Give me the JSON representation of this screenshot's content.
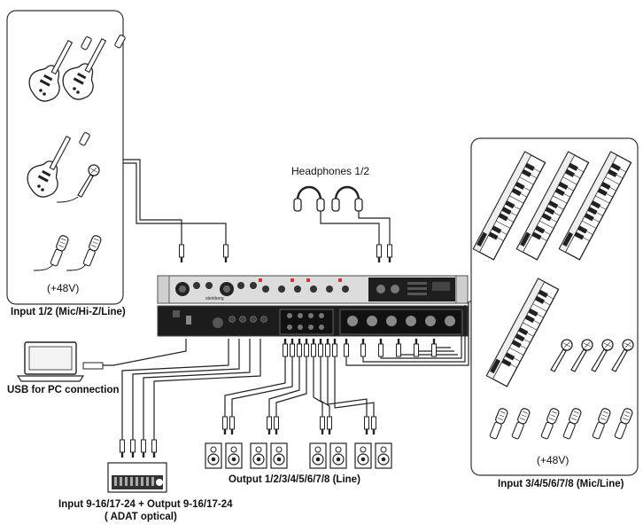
{
  "labels": {
    "headphones": "Headphones 1/2",
    "input_1_2": "Input 1/2 (Mic/Hi-Z/Line)",
    "phantom_left": "(+48V)",
    "usb": "USB for PC connection",
    "adat_line1": "Input 9-16/17-24 + Output 9-16/17-24",
    "adat_line2": "( ADAT optical)",
    "outputs": "Output 1/2/3/4/5/6/7/8 (Line)",
    "phantom_right": "(+48V)",
    "input_3_8": "Input 3/4/5/6/7/8 (Mic/Line)"
  },
  "device": {
    "brand": "steinberg"
  },
  "icons": {
    "guitar": "electric-guitar-icon",
    "microphone": "dynamic-microphone-icon",
    "condenser": "condenser-microphone-icon",
    "keyboard": "synthesizer-keyboard-icon",
    "headphones": "headphones-icon",
    "laptop": "laptop-icon",
    "speaker": "studio-monitor-icon",
    "adat": "adat-preamp-icon"
  },
  "colors": {
    "line": "#222222",
    "panel_front": "#d9d9d9",
    "panel_rear": "#1c1c1c",
    "accent": "#d6343b"
  }
}
